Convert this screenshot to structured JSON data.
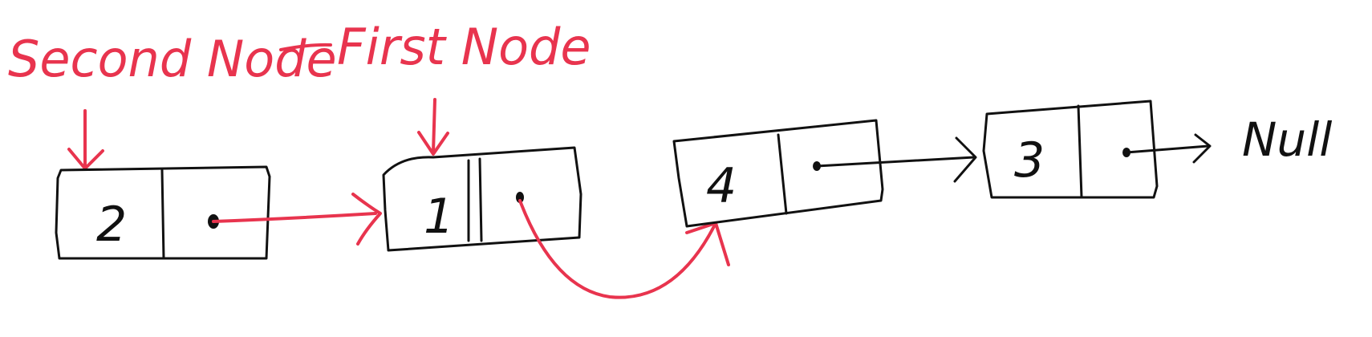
{
  "colors": {
    "annotation": "#e8344e",
    "ink": "#111111",
    "background": "#ffffff"
  },
  "labels": {
    "second_node": "Second Node",
    "first_node": "First Node"
  },
  "nodes": [
    {
      "value": "2"
    },
    {
      "value": "1"
    },
    {
      "value": "4"
    },
    {
      "value": "3"
    }
  ],
  "terminal": "Null"
}
